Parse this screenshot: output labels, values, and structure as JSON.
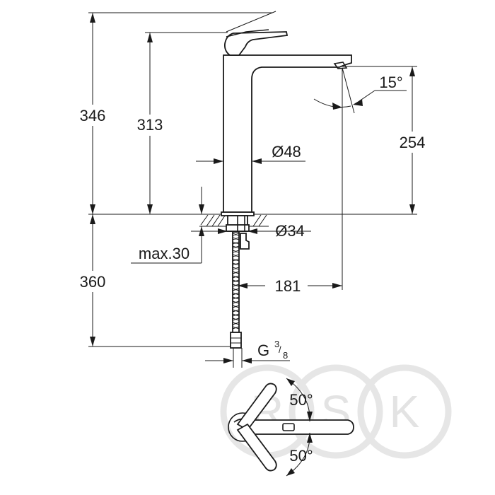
{
  "dimensions": {
    "total_height": "346",
    "spout_height": "313",
    "outlet_height": "254",
    "body_diameter": "Ø48",
    "hole_diameter": "Ø34",
    "max_thickness": "max.30",
    "below_height": "360",
    "projection": "181",
    "spout_angle": "15°",
    "thread_main": "G",
    "thread_num": "3",
    "thread_slash": "/",
    "thread_den": "8",
    "lever_angle_top": "50°",
    "lever_angle_bottom": "50°"
  },
  "watermark": {
    "letters": [
      "R",
      "S",
      "K"
    ]
  }
}
